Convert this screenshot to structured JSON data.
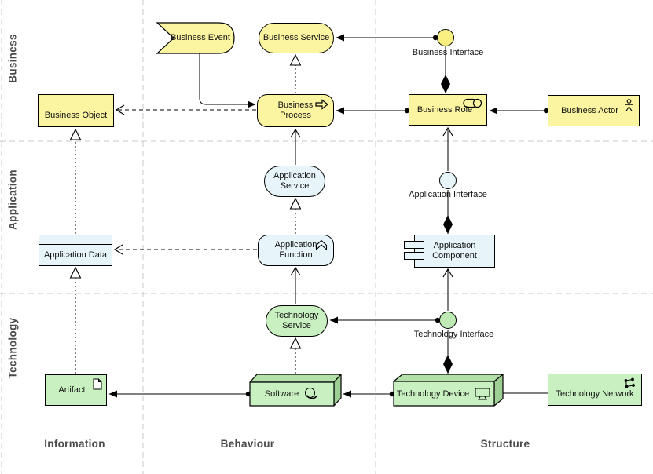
{
  "layers": {
    "business": "Business",
    "application": "Application",
    "technology": "Technology"
  },
  "aspects": {
    "information": "Information",
    "behaviour": "Behaviour",
    "structure": "Structure"
  },
  "nodes": {
    "business_event": {
      "label": "Business Event"
    },
    "business_service": {
      "label": "Business Service"
    },
    "business_interface": {
      "label": "Business Interface"
    },
    "business_object": {
      "label": "Business Object"
    },
    "business_process": {
      "label": "Business Process"
    },
    "business_role": {
      "label": "Business Role"
    },
    "business_actor": {
      "label": "Business Actor"
    },
    "application_service": {
      "label": "Application Service"
    },
    "application_interface": {
      "label": "Application Interface"
    },
    "application_data": {
      "label": "Application Data"
    },
    "application_function": {
      "label": "Application Function"
    },
    "application_component": {
      "label": "Application Component"
    },
    "technology_service": {
      "label": "Technology Service"
    },
    "technology_interface": {
      "label": "Technology Interface"
    },
    "artifact": {
      "label": "Artifact"
    },
    "software": {
      "label": "Software"
    },
    "technology_device": {
      "label": "Technology Device"
    },
    "technology_network": {
      "label": "Technology Network"
    }
  },
  "colors": {
    "business_fill": "#FBF5A1",
    "business_interface_fill": "#F9F081",
    "application_fill": "#E7F5FB",
    "technology_fill": "#C9F0C1",
    "technology_interface_fill": "#BEEBB5",
    "node_3d_top": "#B3DFA9",
    "node_3d_side": "#9ED095",
    "border": "#000000",
    "grid": "#C8C8C8",
    "section_label": "#4A4A4A"
  },
  "relationships": [
    {
      "from": "business_event",
      "to": "business_process",
      "type": "triggering"
    },
    {
      "from": "business_process",
      "to": "business_service",
      "type": "realization"
    },
    {
      "from": "business_interface",
      "to": "business_service",
      "type": "assignment"
    },
    {
      "from": "business_role",
      "to": "business_interface",
      "type": "composition"
    },
    {
      "from": "business_role",
      "to": "business_process",
      "type": "assignment"
    },
    {
      "from": "business_actor",
      "to": "business_role",
      "type": "assignment"
    },
    {
      "from": "business_process",
      "to": "business_object",
      "type": "access"
    },
    {
      "from": "application_data",
      "to": "business_object",
      "type": "realization"
    },
    {
      "from": "application_service",
      "to": "business_process",
      "type": "serving"
    },
    {
      "from": "application_function",
      "to": "application_service",
      "type": "realization"
    },
    {
      "from": "application_interface",
      "to": "business_role",
      "type": "serving"
    },
    {
      "from": "application_component",
      "to": "application_interface",
      "type": "composition"
    },
    {
      "from": "application_function",
      "to": "application_data",
      "type": "access"
    },
    {
      "from": "technology_service",
      "to": "application_function",
      "type": "serving"
    },
    {
      "from": "technology_interface",
      "to": "technology_service",
      "type": "assignment"
    },
    {
      "from": "technology_interface",
      "to": "application_component",
      "type": "serving"
    },
    {
      "from": "technology_device",
      "to": "technology_interface",
      "type": "composition"
    },
    {
      "from": "software",
      "to": "technology_service",
      "type": "realization"
    },
    {
      "from": "technology_device",
      "to": "software",
      "type": "assignment"
    },
    {
      "from": "software",
      "to": "artifact",
      "type": "assignment"
    },
    {
      "from": "artifact",
      "to": "application_data",
      "type": "realization"
    },
    {
      "from": "technology_device",
      "to": "technology_network",
      "type": "association"
    }
  ]
}
